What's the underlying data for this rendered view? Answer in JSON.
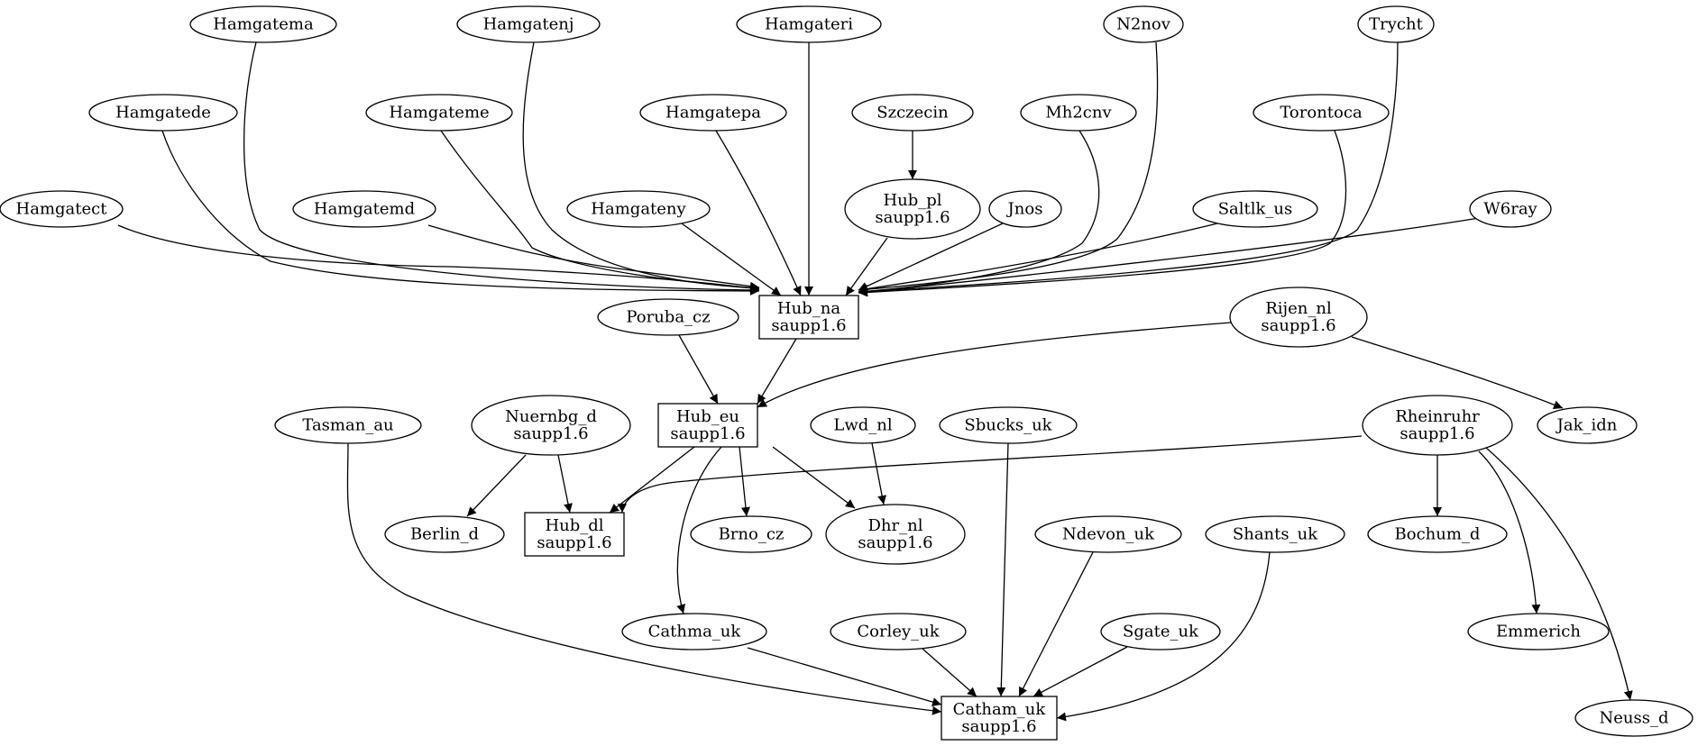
{
  "diagram": {
    "nodes": [
      {
        "id": "hamgatema",
        "lines": [
          "Hamgatema"
        ],
        "shape": "ellipse"
      },
      {
        "id": "hamgatenj",
        "lines": [
          "Hamgatenj"
        ],
        "shape": "ellipse"
      },
      {
        "id": "hamgateri",
        "lines": [
          "Hamgateri"
        ],
        "shape": "ellipse"
      },
      {
        "id": "n2nov",
        "lines": [
          "N2nov"
        ],
        "shape": "ellipse"
      },
      {
        "id": "trycht",
        "lines": [
          "Trycht"
        ],
        "shape": "ellipse"
      },
      {
        "id": "hamgatede",
        "lines": [
          "Hamgatede"
        ],
        "shape": "ellipse"
      },
      {
        "id": "hamgateme",
        "lines": [
          "Hamgateme"
        ],
        "shape": "ellipse"
      },
      {
        "id": "hamgatepa",
        "lines": [
          "Hamgatepa"
        ],
        "shape": "ellipse"
      },
      {
        "id": "szczecin",
        "lines": [
          "Szczecin"
        ],
        "shape": "ellipse"
      },
      {
        "id": "mh2cnv",
        "lines": [
          "Mh2cnv"
        ],
        "shape": "ellipse"
      },
      {
        "id": "torontoca",
        "lines": [
          "Torontoca"
        ],
        "shape": "ellipse"
      },
      {
        "id": "hamgatect",
        "lines": [
          "Hamgatect"
        ],
        "shape": "ellipse"
      },
      {
        "id": "hamgatemd",
        "lines": [
          "Hamgatemd"
        ],
        "shape": "ellipse"
      },
      {
        "id": "hamgateny",
        "lines": [
          "Hamgateny"
        ],
        "shape": "ellipse"
      },
      {
        "id": "hub_pl",
        "lines": [
          "Hub_pl",
          "saupp1.6"
        ],
        "shape": "ellipse"
      },
      {
        "id": "jnos",
        "lines": [
          "Jnos"
        ],
        "shape": "ellipse"
      },
      {
        "id": "saltlk_us",
        "lines": [
          "Saltlk_us"
        ],
        "shape": "ellipse"
      },
      {
        "id": "w6ray",
        "lines": [
          "W6ray"
        ],
        "shape": "ellipse"
      },
      {
        "id": "hub_na",
        "lines": [
          "Hub_na",
          "saupp1.6"
        ],
        "shape": "box"
      },
      {
        "id": "poruba_cz",
        "lines": [
          "Poruba_cz"
        ],
        "shape": "ellipse"
      },
      {
        "id": "rijen_nl",
        "lines": [
          "Rijen_nl",
          "saupp1.6"
        ],
        "shape": "ellipse"
      },
      {
        "id": "hub_eu",
        "lines": [
          "Hub_eu",
          "saupp1.6"
        ],
        "shape": "box"
      },
      {
        "id": "tasman_au",
        "lines": [
          "Tasman_au"
        ],
        "shape": "ellipse"
      },
      {
        "id": "nuernbg_d",
        "lines": [
          "Nuernbg_d",
          "saupp1.6"
        ],
        "shape": "ellipse"
      },
      {
        "id": "lwd_nl",
        "lines": [
          "Lwd_nl"
        ],
        "shape": "ellipse"
      },
      {
        "id": "sbucks_uk",
        "lines": [
          "Sbucks_uk"
        ],
        "shape": "ellipse"
      },
      {
        "id": "rheinruhr",
        "lines": [
          "Rheinruhr",
          "saupp1.6"
        ],
        "shape": "ellipse"
      },
      {
        "id": "jak_idn",
        "lines": [
          "Jak_idn"
        ],
        "shape": "ellipse"
      },
      {
        "id": "berlin_d",
        "lines": [
          "Berlin_d"
        ],
        "shape": "ellipse"
      },
      {
        "id": "hub_dl",
        "lines": [
          "Hub_dl",
          "saupp1.6"
        ],
        "shape": "box"
      },
      {
        "id": "brno_cz",
        "lines": [
          "Brno_cz"
        ],
        "shape": "ellipse"
      },
      {
        "id": "dhr_nl",
        "lines": [
          "Dhr_nl",
          "saupp1.6"
        ],
        "shape": "ellipse"
      },
      {
        "id": "ndevon_uk",
        "lines": [
          "Ndevon_uk"
        ],
        "shape": "ellipse"
      },
      {
        "id": "shants_uk",
        "lines": [
          "Shants_uk"
        ],
        "shape": "ellipse"
      },
      {
        "id": "bochum_d",
        "lines": [
          "Bochum_d"
        ],
        "shape": "ellipse"
      },
      {
        "id": "cathma_uk",
        "lines": [
          "Cathma_uk"
        ],
        "shape": "ellipse"
      },
      {
        "id": "corley_uk",
        "lines": [
          "Corley_uk"
        ],
        "shape": "ellipse"
      },
      {
        "id": "sgate_uk",
        "lines": [
          "Sgate_uk"
        ],
        "shape": "ellipse"
      },
      {
        "id": "emmerich",
        "lines": [
          "Emmerich"
        ],
        "shape": "ellipse"
      },
      {
        "id": "catham_uk",
        "lines": [
          "Catham_uk",
          "saupp1.6"
        ],
        "shape": "box"
      },
      {
        "id": "neuss_d",
        "lines": [
          "Neuss_d"
        ],
        "shape": "ellipse"
      }
    ],
    "edges": [
      {
        "from": "hamgatema",
        "to": "hub_na"
      },
      {
        "from": "hamgatenj",
        "to": "hub_na"
      },
      {
        "from": "hamgateri",
        "to": "hub_na"
      },
      {
        "from": "n2nov",
        "to": "hub_na"
      },
      {
        "from": "trycht",
        "to": "hub_na"
      },
      {
        "from": "hamgatede",
        "to": "hub_na"
      },
      {
        "from": "hamgateme",
        "to": "hub_na"
      },
      {
        "from": "hamgatepa",
        "to": "hub_na"
      },
      {
        "from": "szczecin",
        "to": "hub_pl"
      },
      {
        "from": "mh2cnv",
        "to": "hub_na"
      },
      {
        "from": "torontoca",
        "to": "hub_na"
      },
      {
        "from": "hamgatect",
        "to": "hub_na"
      },
      {
        "from": "hamgatemd",
        "to": "hub_na"
      },
      {
        "from": "hamgateny",
        "to": "hub_na"
      },
      {
        "from": "hub_pl",
        "to": "hub_na"
      },
      {
        "from": "jnos",
        "to": "hub_na"
      },
      {
        "from": "saltlk_us",
        "to": "hub_na"
      },
      {
        "from": "w6ray",
        "to": "hub_na"
      },
      {
        "from": "hub_na",
        "to": "hub_eu"
      },
      {
        "from": "poruba_cz",
        "to": "hub_eu"
      },
      {
        "from": "rijen_nl",
        "to": "hub_eu"
      },
      {
        "from": "rijen_nl",
        "to": "jak_idn"
      },
      {
        "from": "nuernbg_d",
        "to": "berlin_d"
      },
      {
        "from": "nuernbg_d",
        "to": "hub_dl"
      },
      {
        "from": "hub_eu",
        "to": "hub_dl"
      },
      {
        "from": "hub_eu",
        "to": "brno_cz"
      },
      {
        "from": "hub_eu",
        "to": "dhr_nl"
      },
      {
        "from": "hub_eu",
        "to": "cathma_uk"
      },
      {
        "from": "lwd_nl",
        "to": "dhr_nl"
      },
      {
        "from": "rheinruhr",
        "to": "hub_dl"
      },
      {
        "from": "rheinruhr",
        "to": "bochum_d"
      },
      {
        "from": "rheinruhr",
        "to": "emmerich"
      },
      {
        "from": "rheinruhr",
        "to": "neuss_d"
      },
      {
        "from": "tasman_au",
        "to": "catham_uk"
      },
      {
        "from": "sbucks_uk",
        "to": "catham_uk"
      },
      {
        "from": "ndevon_uk",
        "to": "catham_uk"
      },
      {
        "from": "shants_uk",
        "to": "catham_uk"
      },
      {
        "from": "cathma_uk",
        "to": "catham_uk"
      },
      {
        "from": "corley_uk",
        "to": "catham_uk"
      },
      {
        "from": "sgate_uk",
        "to": "catham_uk"
      }
    ]
  }
}
